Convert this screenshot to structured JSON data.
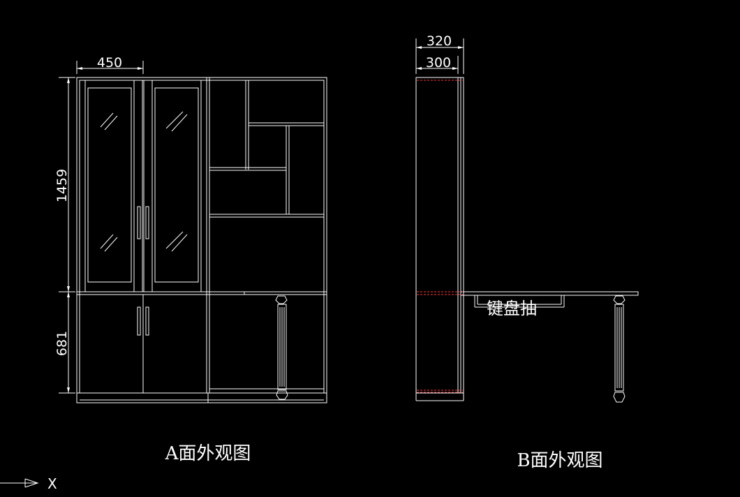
{
  "drawing": {
    "background": "#000000",
    "line_color": "#ffffff",
    "hidden_line_color": "#ff3333",
    "views": {
      "a": {
        "caption": "A面外观图",
        "dims": {
          "width": "450",
          "upper_height": "1459",
          "lower_height": "681"
        }
      },
      "b": {
        "caption": "B面外观图",
        "dims": {
          "outer_depth": "320",
          "inner_depth": "300"
        },
        "note": "键盘抽"
      }
    },
    "ucs": {
      "x_label": "X",
      "icon": "ucs-arrow-icon"
    }
  }
}
